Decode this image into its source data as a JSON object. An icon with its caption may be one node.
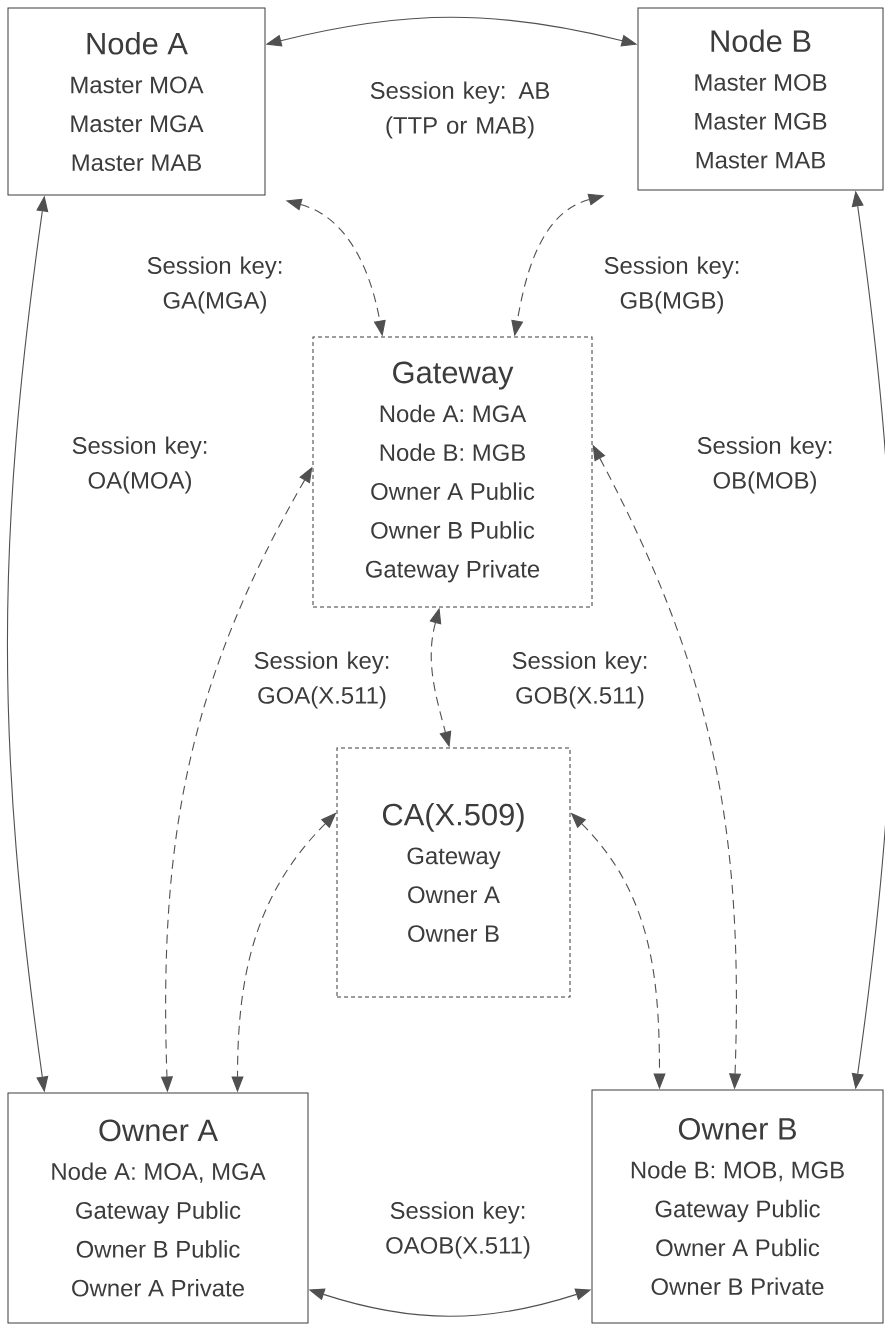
{
  "diagram": {
    "nodes": [
      {
        "text": [
          "Node A",
          "Master MOA",
          "Master MGA",
          "Master MAB"
        ]
      },
      {
        "text": [
          "Node B",
          "Master MOB",
          "Master MGB",
          "Master MAB"
        ]
      },
      {
        "text": [
          "Gateway",
          "Node A: MGA",
          "Node B: MGB",
          "Owner A Public",
          "Owner B Public",
          "Gateway Private"
        ]
      },
      {
        "text": [
          "CA(X.509)",
          "Gateway",
          "Owner A",
          "Owner B"
        ]
      },
      {
        "text": [
          "Owner A",
          "Node A: MOA, MGA",
          "Gateway Public",
          "Owner B Public",
          "Owner A Private"
        ]
      },
      {
        "text": [
          "Owner B",
          "Node B: MOB, MGB",
          "Gateway Public",
          "Owner A Public",
          "Owner B Private"
        ]
      }
    ],
    "edges": [
      {
        "from": 0,
        "to": 1,
        "arrow": "both",
        "label": "Session key: AB (TTP or MAB)"
      },
      {
        "from": 0,
        "to": 2,
        "arrow": "both",
        "style": "dashed",
        "label": "Session key: GA(MGA)"
      },
      {
        "from": 1,
        "to": 2,
        "arrow": "both",
        "style": "dashed",
        "label": "Session key: GB(MGB)"
      },
      {
        "from": 0,
        "to": 4,
        "arrow": "both",
        "label": "Session key: OA(MOA)"
      },
      {
        "from": 1,
        "to": 5,
        "arrow": "both",
        "label": "Session key: OB(MOB)"
      },
      {
        "from": 2,
        "to": 4,
        "arrow": "both",
        "style": "dashed",
        "label": "Session key: GOA(X.511)"
      },
      {
        "from": 2,
        "to": 5,
        "arrow": "both",
        "style": "dashed",
        "label": "Session key: GOB(X.511)"
      },
      {
        "from": 2,
        "to": 3,
        "arrow": "both",
        "style": "dashed"
      },
      {
        "from": 3,
        "to": 4,
        "arrow": "both",
        "style": "dashed"
      },
      {
        "from": 3,
        "to": 5,
        "arrow": "both",
        "style": "dashed"
      },
      {
        "from": 4,
        "to": 5,
        "arrow": "both",
        "label": "Session key: OAOB(X.511)"
      }
    ]
  }
}
